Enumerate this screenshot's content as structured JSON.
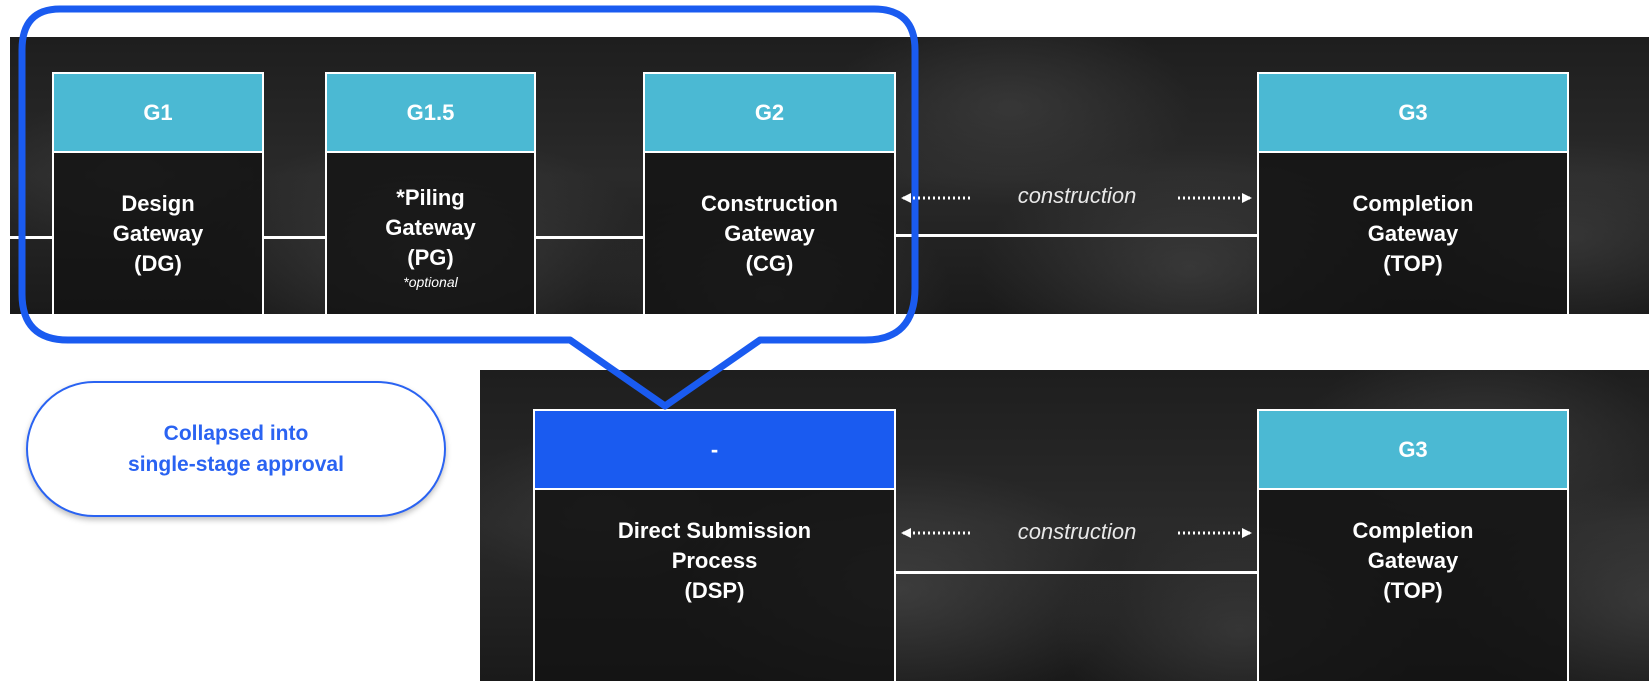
{
  "top_row": {
    "gates": [
      {
        "gate": "G1",
        "lines": [
          "Design",
          "Gateway",
          "(DG)"
        ],
        "note": ""
      },
      {
        "gate": "G1.5",
        "lines": [
          "*Piling",
          "Gateway",
          "(PG)"
        ],
        "note": "*optional"
      },
      {
        "gate": "G2",
        "lines": [
          "Construction",
          "Gateway",
          "(CG)"
        ],
        "note": ""
      },
      {
        "gate": "G3",
        "lines": [
          "Completion",
          "Gateway",
          "(TOP)"
        ],
        "note": ""
      }
    ],
    "connector_label": "construction"
  },
  "bottom_row": {
    "gates": [
      {
        "gate": "-",
        "lines": [
          "Direct Submission",
          "Process",
          "(DSP)"
        ]
      },
      {
        "gate": "G3",
        "lines": [
          "Completion",
          "Gateway",
          "(TOP)"
        ]
      }
    ],
    "connector_label": "construction"
  },
  "callout": {
    "lines": [
      "Collapsed into",
      "single-stage approval"
    ]
  },
  "colors": {
    "gate_header": "#4bb9d3",
    "dsp_header": "#1a5bf0",
    "callout_accent": "#2a63f2",
    "background": "#222222"
  }
}
